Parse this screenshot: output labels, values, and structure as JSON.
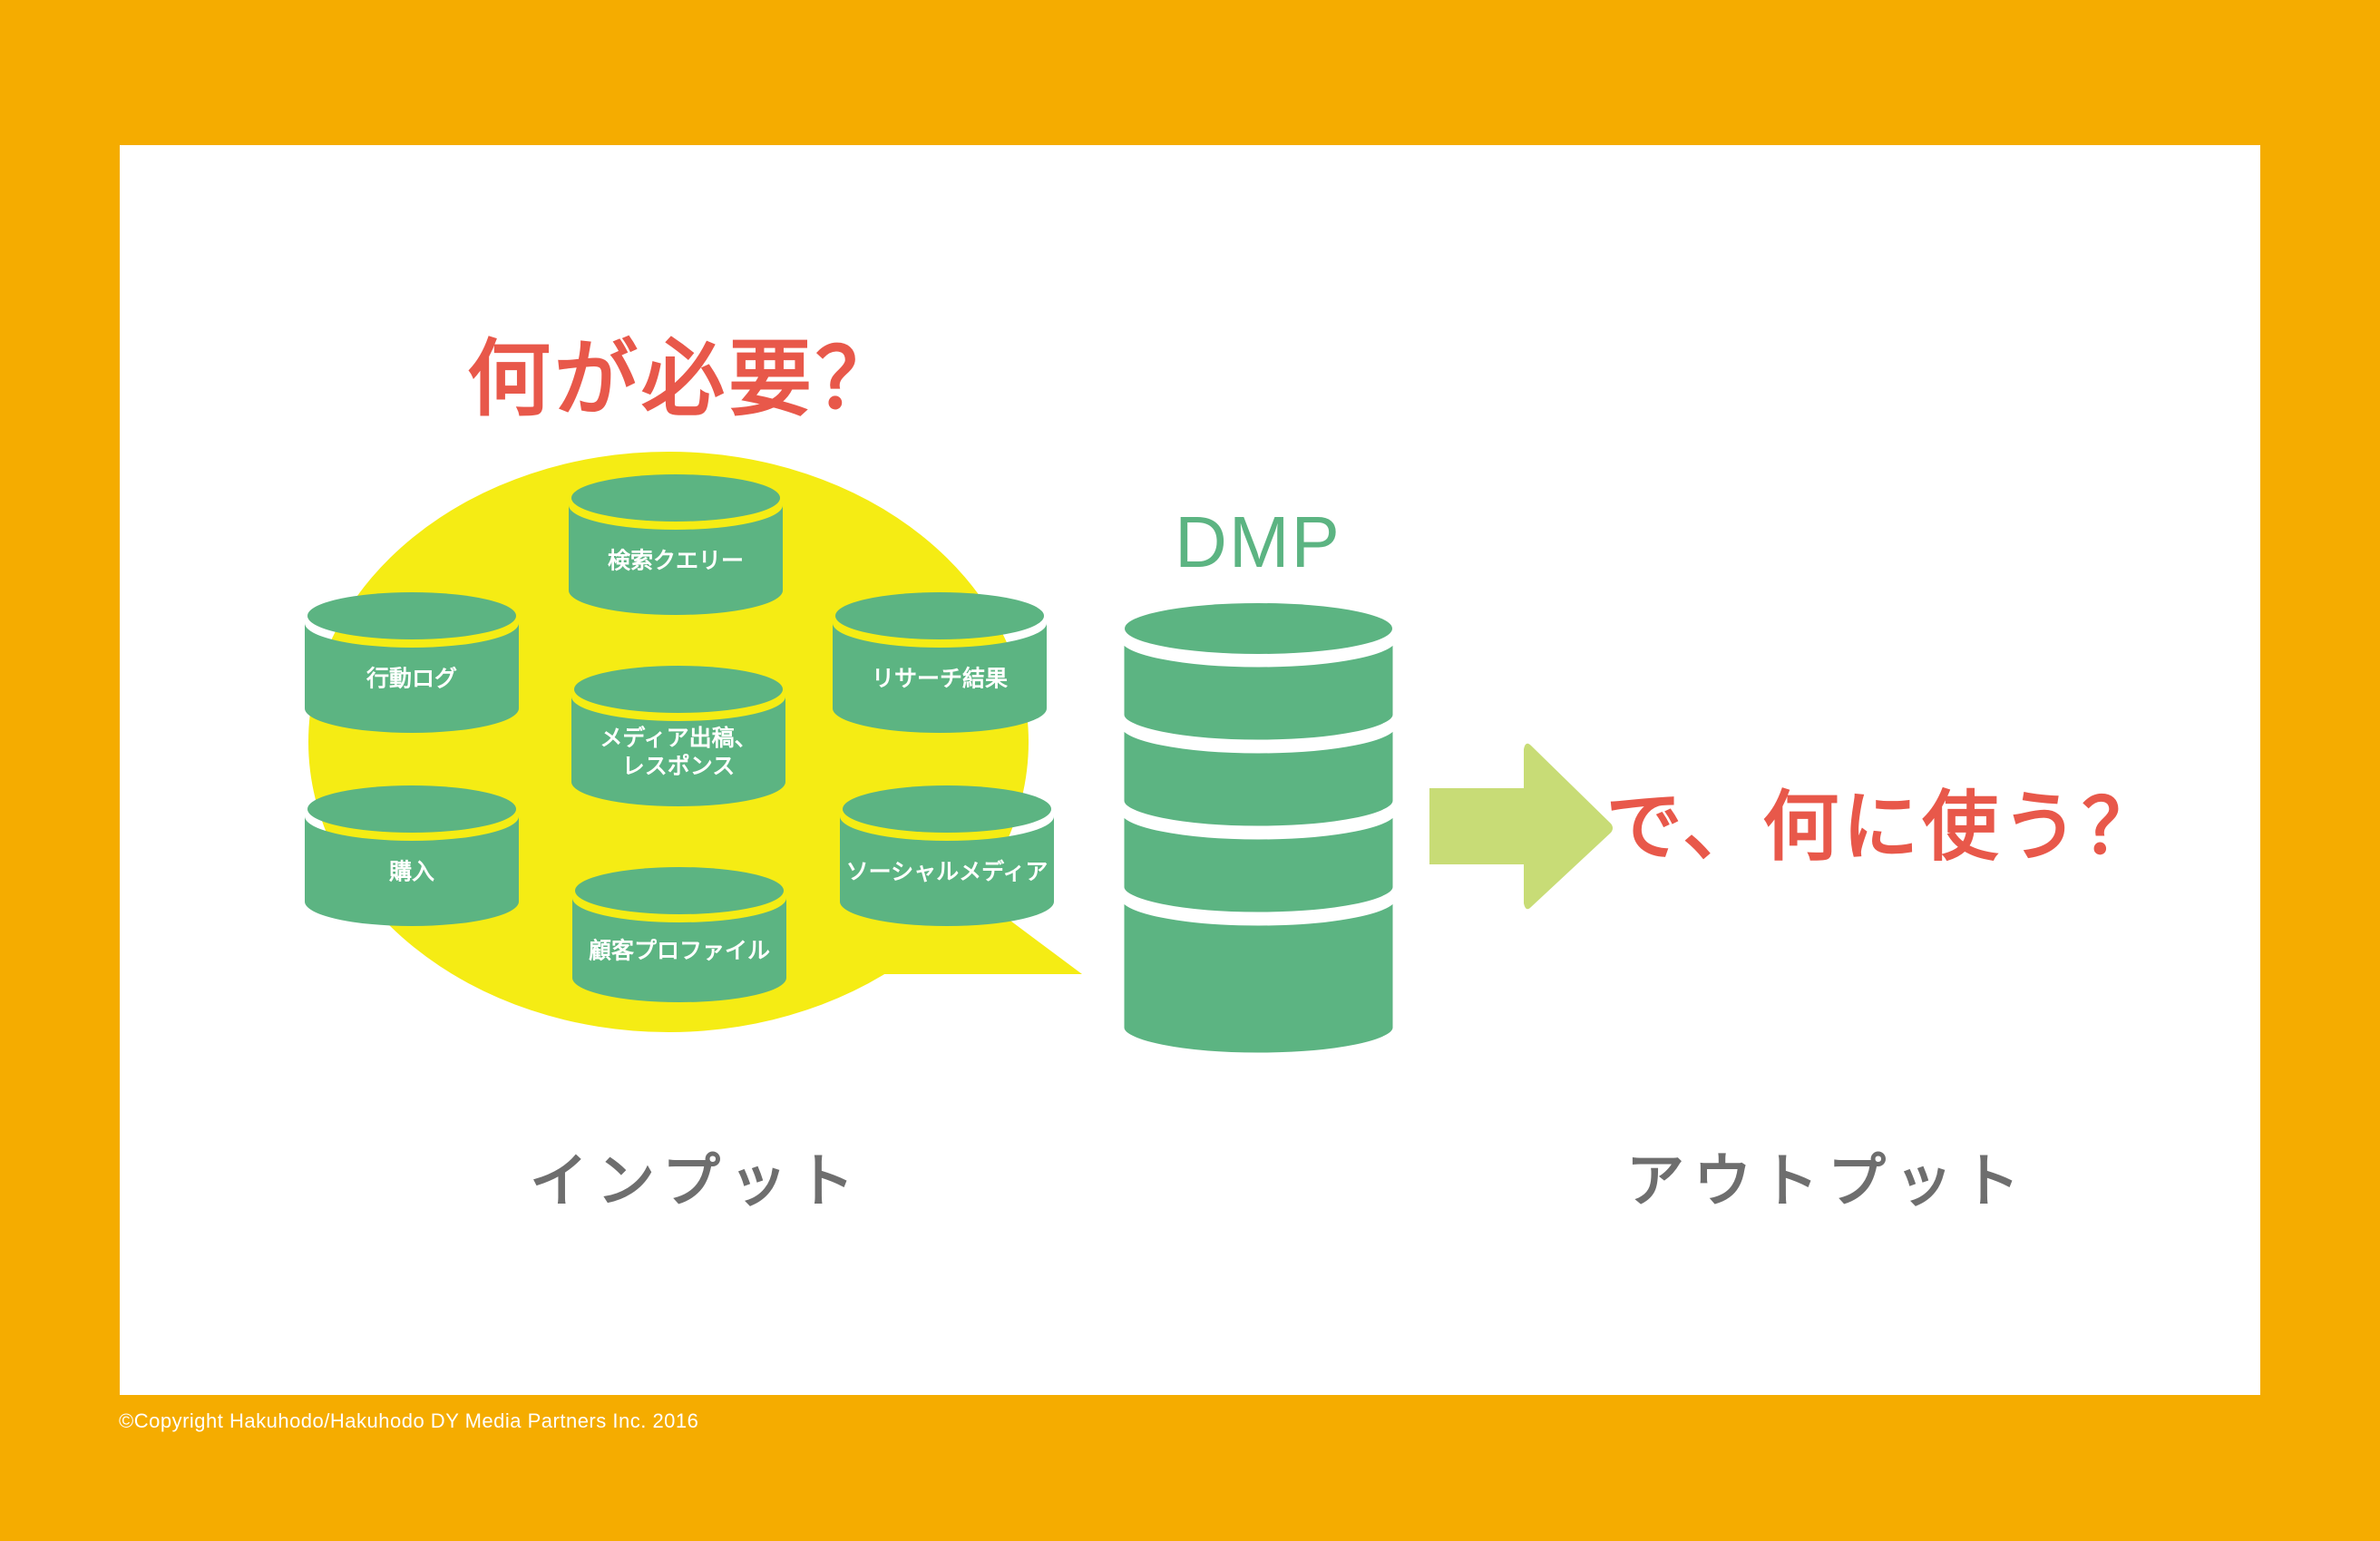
{
  "diagram": {
    "input_question": "何が必要？",
    "output_question": "で、何に使う？",
    "dmp_label": "DMP",
    "input_label": "インプット",
    "output_label": "アウトプット",
    "data_sources": [
      {
        "label": "検索クエリー"
      },
      {
        "label": "行動ログ"
      },
      {
        "label": "リサーチ結果"
      },
      {
        "label": "メディア出稿、\nレスポンス"
      },
      {
        "label": "購入"
      },
      {
        "label": "ソーシャルメディア"
      },
      {
        "label": "顧客プロファイル"
      }
    ],
    "dmp_stack_segments": 4,
    "copyright": "©Copyright Hakuhodo/Hakuhodo DY Media Partners Inc. 2016"
  },
  "colors": {
    "frame": "#F5AC00",
    "panel": "#FFFFFF",
    "question_red": "#E8584A",
    "cylinder_green": "#5CB482",
    "bubble_yellow": "#F5EC14",
    "arrow_green": "#C8DC76",
    "label_gray": "#6E6E6E"
  }
}
